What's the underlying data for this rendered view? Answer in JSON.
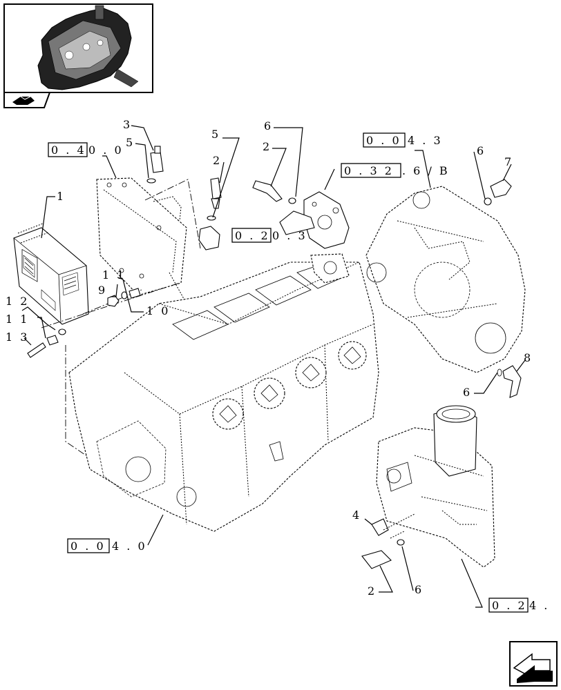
{
  "thumbnail": {
    "icon": "engine-thumbnail-icon"
  },
  "tab_icon": "navigation-arrow-icon",
  "nav_icon": "next-page-arrow-icon",
  "refs": [
    {
      "id": "ref-040",
      "box": "0 . 4",
      "rest": "0 . 0"
    },
    {
      "id": "ref-043",
      "box": "0 . 0",
      "rest": "4 . 3"
    },
    {
      "id": "ref-032",
      "box": "0 . 3 2",
      "rest": ". 6 / B"
    },
    {
      "id": "ref-020",
      "box": "0 . 2",
      "rest": "0 . 3"
    },
    {
      "id": "ref-040b",
      "box": "0 . 0",
      "rest": "4 . 0"
    },
    {
      "id": "ref-024",
      "box": "0 . 2",
      "rest": "4 ."
    }
  ],
  "callouts": [
    {
      "id": "c1",
      "text": "1"
    },
    {
      "id": "c2a",
      "text": "2"
    },
    {
      "id": "c2b",
      "text": "2"
    },
    {
      "id": "c2c",
      "text": "2"
    },
    {
      "id": "c3",
      "text": "3"
    },
    {
      "id": "c4",
      "text": "4"
    },
    {
      "id": "c5a",
      "text": "5"
    },
    {
      "id": "c5b",
      "text": "5"
    },
    {
      "id": "c6a",
      "text": "6"
    },
    {
      "id": "c6b",
      "text": "6"
    },
    {
      "id": "c6c",
      "text": "6"
    },
    {
      "id": "c6d",
      "text": "6"
    },
    {
      "id": "c7",
      "text": "7"
    },
    {
      "id": "c8",
      "text": "8"
    },
    {
      "id": "c9",
      "text": "9"
    },
    {
      "id": "c10",
      "text": "1 0"
    },
    {
      "id": "c11a",
      "text": "1 1"
    },
    {
      "id": "c11b",
      "text": "1 1"
    },
    {
      "id": "c12",
      "text": "1 2"
    },
    {
      "id": "c13",
      "text": "1 3"
    }
  ]
}
